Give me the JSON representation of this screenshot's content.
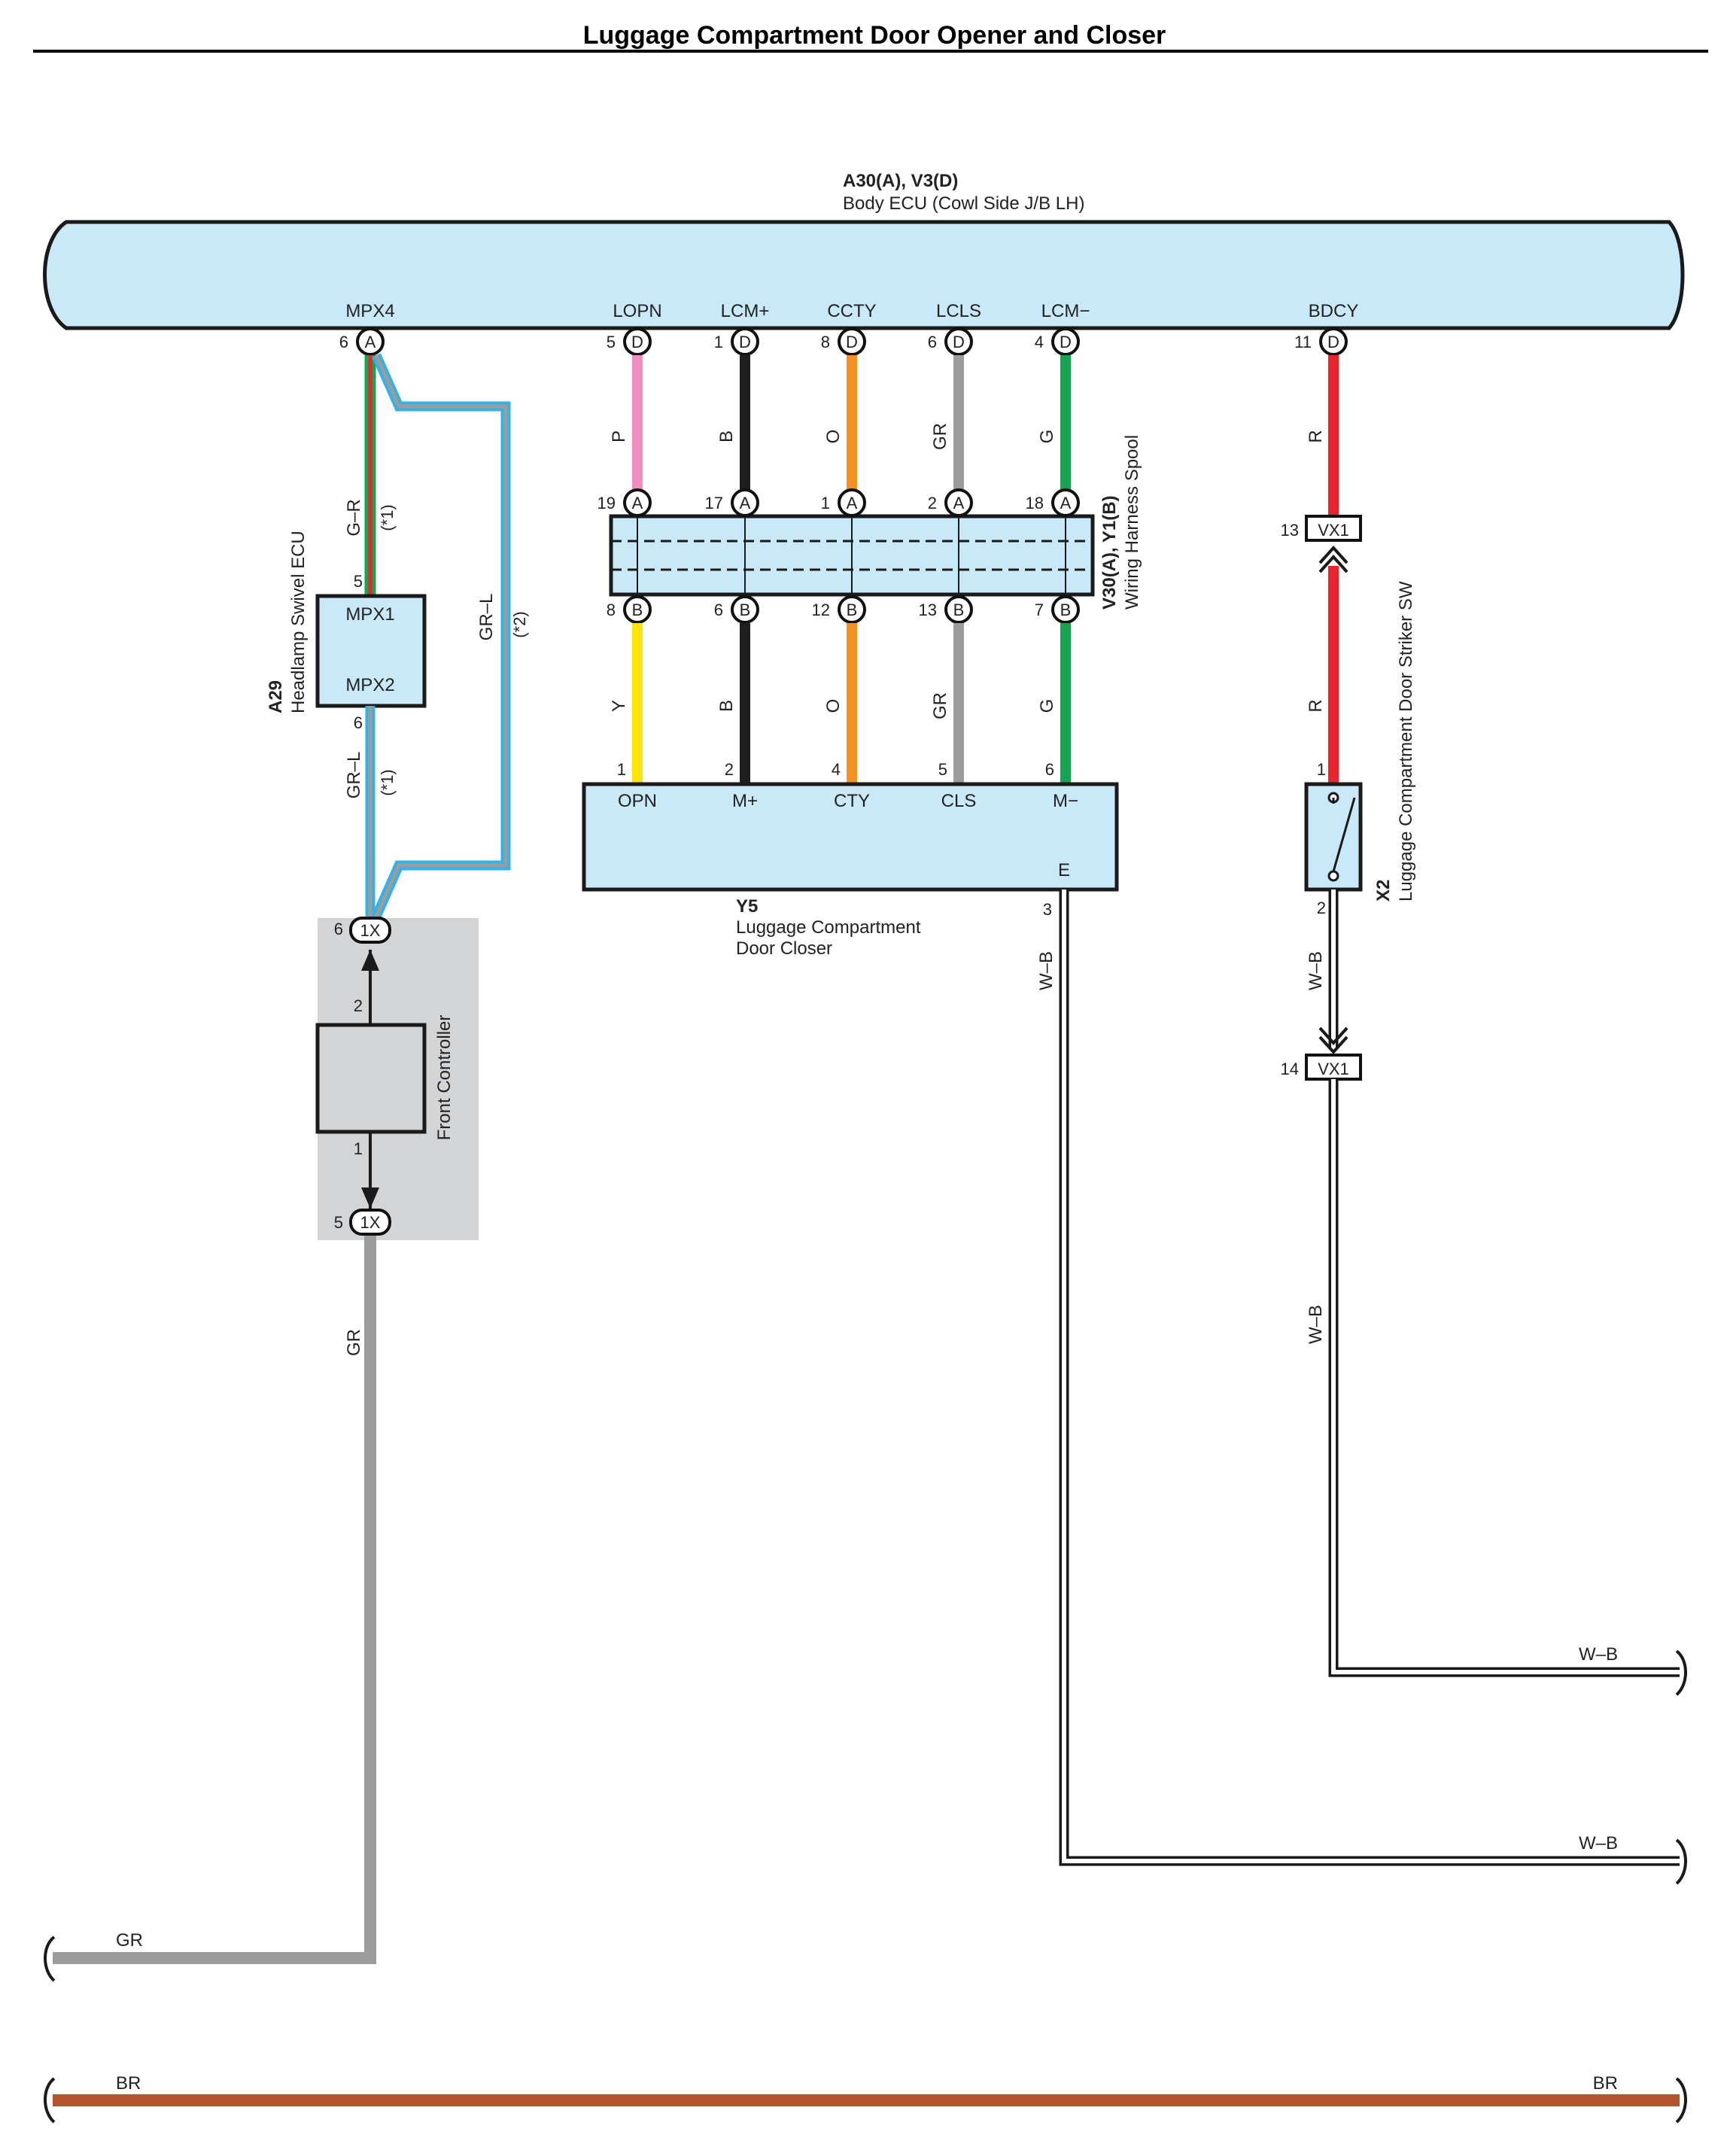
{
  "title": "Luggage Compartment Door Opener and Closer",
  "body_ecu": {
    "code": "A30(A), V3(D)",
    "name": "Body ECU (Cowl Side J/B LH)",
    "pins": [
      {
        "label": "MPX4",
        "pin": "6",
        "conn": "A"
      },
      {
        "label": "LOPN",
        "pin": "5",
        "conn": "D"
      },
      {
        "label": "LCM+",
        "pin": "1",
        "conn": "D"
      },
      {
        "label": "CCTY",
        "pin": "8",
        "conn": "D"
      },
      {
        "label": "LCLS",
        "pin": "6",
        "conn": "D"
      },
      {
        "label": "LCM−",
        "pin": "4",
        "conn": "D"
      },
      {
        "label": "BDCY",
        "pin": "11",
        "conn": "D"
      }
    ]
  },
  "spool": {
    "code": "V30(A), Y1(B)",
    "name": "Wiring Harness Spool",
    "top_pins": [
      {
        "pin": "19",
        "conn": "A"
      },
      {
        "pin": "17",
        "conn": "A"
      },
      {
        "pin": "1",
        "conn": "A"
      },
      {
        "pin": "2",
        "conn": "A"
      },
      {
        "pin": "18",
        "conn": "A"
      }
    ],
    "bottom_pins": [
      {
        "pin": "8",
        "conn": "B"
      },
      {
        "pin": "6",
        "conn": "B"
      },
      {
        "pin": "12",
        "conn": "B"
      },
      {
        "pin": "13",
        "conn": "B"
      },
      {
        "pin": "7",
        "conn": "B"
      }
    ],
    "wires_upper": [
      "P",
      "B",
      "O",
      "GR",
      "G"
    ],
    "wires_lower": [
      "Y",
      "B",
      "O",
      "GR",
      "G"
    ]
  },
  "door_closer": {
    "code": "Y5",
    "name_line1": "Luggage Compartment",
    "name_line2": "Door Closer",
    "terminals": [
      {
        "pin": "1",
        "label": "OPN"
      },
      {
        "pin": "2",
        "label": "M+"
      },
      {
        "pin": "4",
        "label": "CTY"
      },
      {
        "pin": "5",
        "label": "CLS"
      },
      {
        "pin": "6",
        "label": "M−"
      }
    ],
    "ground_terminal": "E",
    "ground_pin": "3",
    "ground_wire": "W–B"
  },
  "headlamp_ecu": {
    "code": "A29",
    "name": "Headlamp Swivel ECU",
    "in_label": "MPX1",
    "out_label": "MPX2",
    "in_pin": "5",
    "out_pin": "6",
    "wire_in": "G–R",
    "wire_out": "GR–L",
    "note1": "(*1)",
    "bypass_wire": "GR–L",
    "note2": "(*2)"
  },
  "front_controller": {
    "name": "Front Controller",
    "conn_top": {
      "pin": "6",
      "conn": "1X"
    },
    "conn_bottom": {
      "pin": "5",
      "conn": "1X"
    },
    "pin_in": "2",
    "pin_out": "1",
    "wire_out": "GR"
  },
  "striker_sw": {
    "code": "X2",
    "name": "Luggage Compartment Door Striker SW",
    "wire_top": "R",
    "wire_mid": "R",
    "pin1": "1",
    "pin2": "2",
    "vx_top": {
      "pin": "13",
      "conn": "VX1"
    },
    "vx_bottom": {
      "pin": "14",
      "conn": "VX1"
    },
    "wire_after_sw": "W–B",
    "wire_lower": "W–B"
  },
  "edge_labels": {
    "right_wb_upper": "W–B",
    "right_wb_lower": "W–B",
    "left_gr": "GR",
    "br_left": "BR",
    "br_right": "BR"
  },
  "colors": {
    "ecu_fill": "#c9e9f8",
    "shade": "#d3d4d6",
    "P": "#f08ec0",
    "B": "#1e1e1e",
    "O": "#f39223",
    "GR": "#9c9c9c",
    "G": "#17a350",
    "Y": "#fde50a",
    "R": "#e8242f",
    "BR": "#b2552e",
    "L": "#33b2e7"
  }
}
